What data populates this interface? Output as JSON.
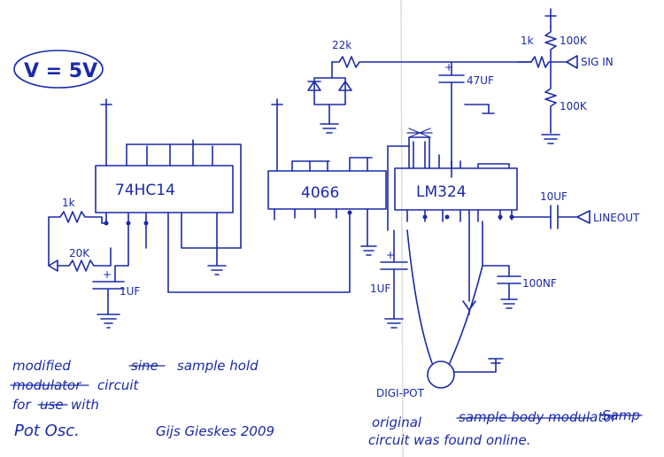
{
  "supply": "V = 5V",
  "chips": {
    "inverter": "74HC14",
    "switch": "4066",
    "opamp": "LM324"
  },
  "components": {
    "r_1k_left": "1k",
    "pot_20k": "20K",
    "c_1uf_left": "1UF",
    "r_22k": "22k",
    "c_47uf": "47UF",
    "r_1k_in": "1k",
    "r_100k_top": "100K",
    "r_100k_bottom": "100K",
    "sig_in": "SIG IN",
    "c_10uf": "10UF",
    "line_out": "LINEOUT",
    "c_1uf_mid": "1UF",
    "c_100nf": "100NF",
    "digipot": "DIGI-POT"
  },
  "notes": {
    "line1": "modified",
    "line1_struck": "sine",
    "line1_rest": "sample hold",
    "line2_struck": "modulator",
    "line2_rest": "circuit",
    "line3_start": "for",
    "line3_struck": "use",
    "line3_rest": "with",
    "line4": "Pot Osc.",
    "author": "Gijs Gieskes 2009",
    "credit_a": "original",
    "credit_b_struck": "sample body modulator",
    "credit_c_struck": "Samp",
    "credit_d": "circuit was found online."
  },
  "colors": {
    "ink": "#1a2aa8",
    "paper": "#ffffff"
  }
}
